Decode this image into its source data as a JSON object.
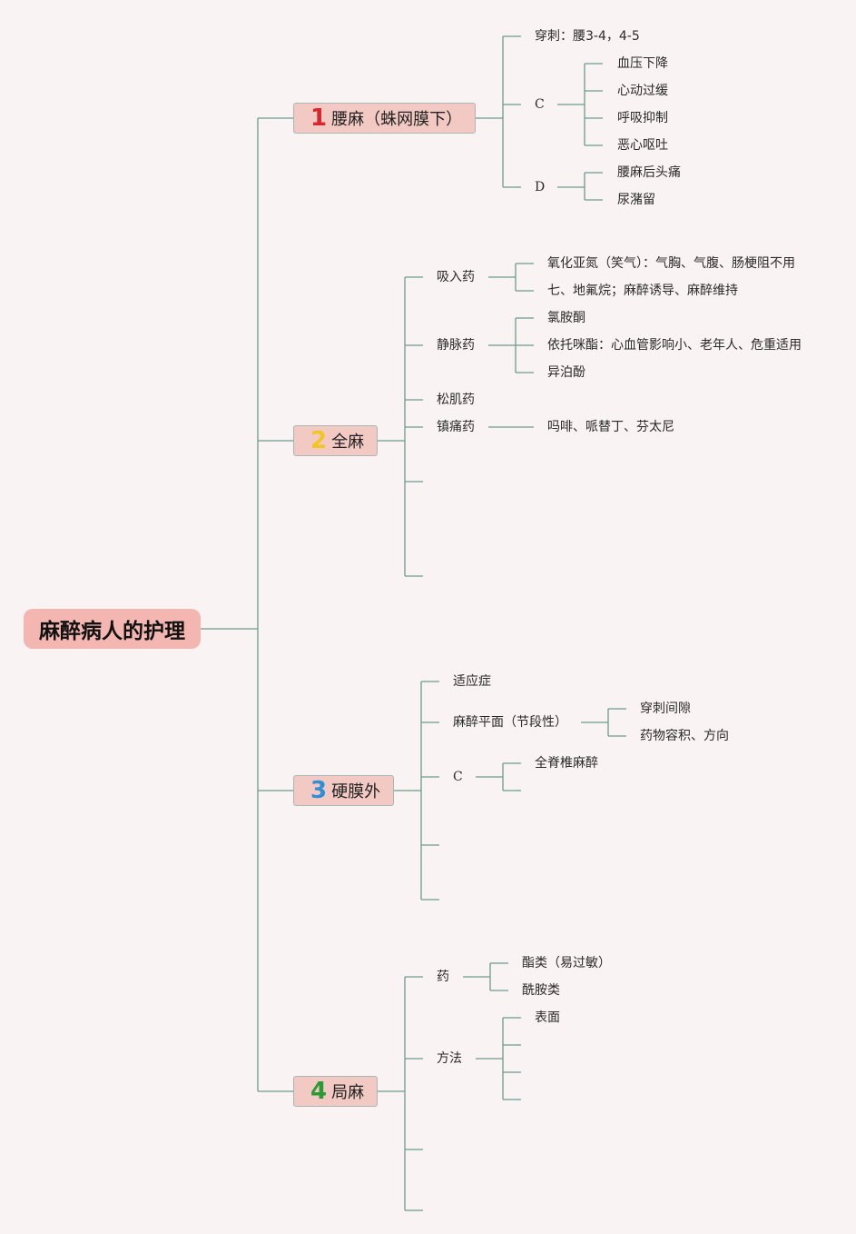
{
  "root": {
    "label": "麻醉病人的护理"
  },
  "branches": [
    {
      "num": "1",
      "num_color": "#d8262f",
      "label": "腰麻（蛛网膜下）"
    },
    {
      "num": "2",
      "num_color": "#f0c624",
      "label": "全麻"
    },
    {
      "num": "3",
      "num_color": "#2e8fd8",
      "label": "硬膜外"
    },
    {
      "num": "4",
      "num_color": "#2a9a33",
      "label": "局麻"
    }
  ],
  "b1": {
    "puncture": "穿刺：腰3-4，4-5",
    "c": "C",
    "c_items": [
      "血压下降",
      "心动过缓",
      "呼吸抑制",
      "恶心呕吐"
    ],
    "d": "D",
    "d_items": [
      "腰麻后头痛",
      "尿潴留"
    ]
  },
  "b2": {
    "inhal": "吸入药",
    "inhal_items": [
      "氧化亚氮（笑气）：气胸、气腹、肠梗阻不用",
      "七、地氟烷；麻醉诱导、麻醉维持"
    ],
    "iv": "静脉药",
    "iv_items": [
      "氯胺酮",
      "依托咪酯：心血管影响小、老年人、危重适用",
      "异泊酚"
    ],
    "muscle": "松肌药",
    "analgesic": "镇痛药",
    "analgesic_items": [
      "吗啡、哌替丁、芬太尼"
    ]
  },
  "b3": {
    "indication": "适应症",
    "level": "麻醉平面（节段性）",
    "level_items": [
      "穿刺间隙",
      "药物容积、方向"
    ],
    "c": "C",
    "c_items": [
      "全脊椎麻醉"
    ]
  },
  "b4": {
    "drug": "药",
    "drug_items": [
      "酯类（易过敏）",
      "酰胺类"
    ],
    "method": "方法",
    "method_items": [
      "表面"
    ]
  }
}
